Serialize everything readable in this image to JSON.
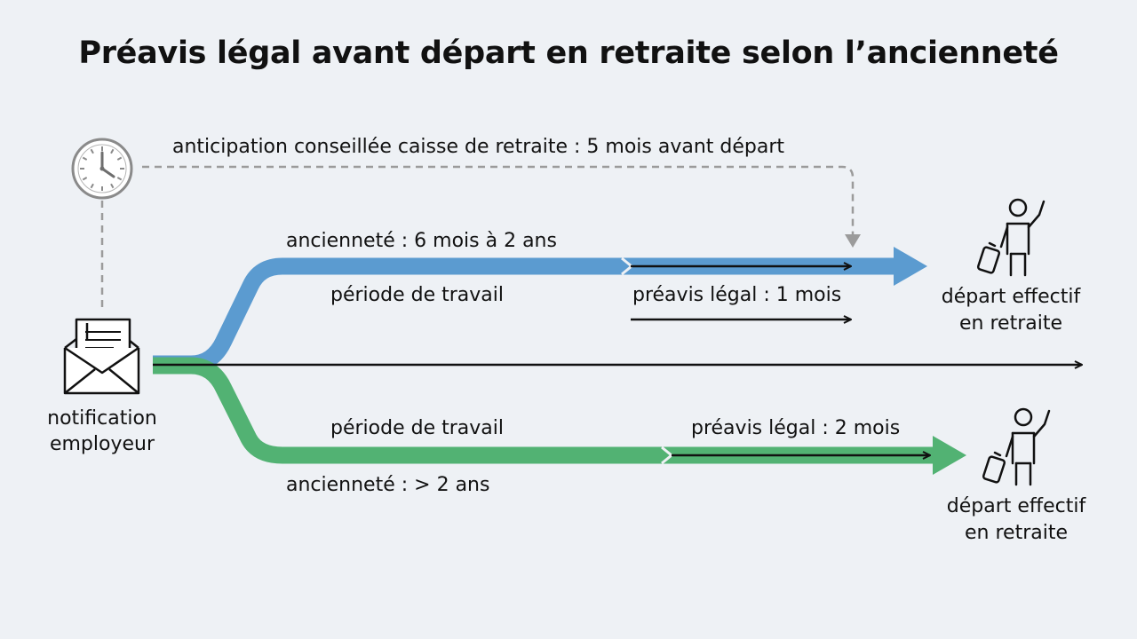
{
  "title": "Préavis légal avant départ en retraite selon l’ancienneté",
  "notification": {
    "line1": "notification",
    "line2": "employeur"
  },
  "anticipation": {
    "label": "anticipation conseillée caisse de retraite : 5 mois avant départ"
  },
  "track_short": {
    "seniority": "ancienneté : 6 mois à 2 ans",
    "work_period": "période de travail",
    "notice": "préavis légal : 1 mois",
    "departure_line1": "départ effectif",
    "departure_line2": "en retraite",
    "color": "#5b9bd0"
  },
  "track_long": {
    "seniority": "ancienneté : > 2 ans",
    "work_period": "période de travail",
    "notice": "préavis légal : 2 mois",
    "departure_line1": "départ effectif",
    "departure_line2": "en retraite",
    "color": "#52b273"
  },
  "colors": {
    "background": "#eef1f5",
    "dashed": "#9b9b9b",
    "ink": "#111111"
  },
  "icons": {
    "clock": "clock-icon",
    "envelope": "envelope-letter-icon",
    "retiree": "traveler-with-suitcase-icon"
  }
}
